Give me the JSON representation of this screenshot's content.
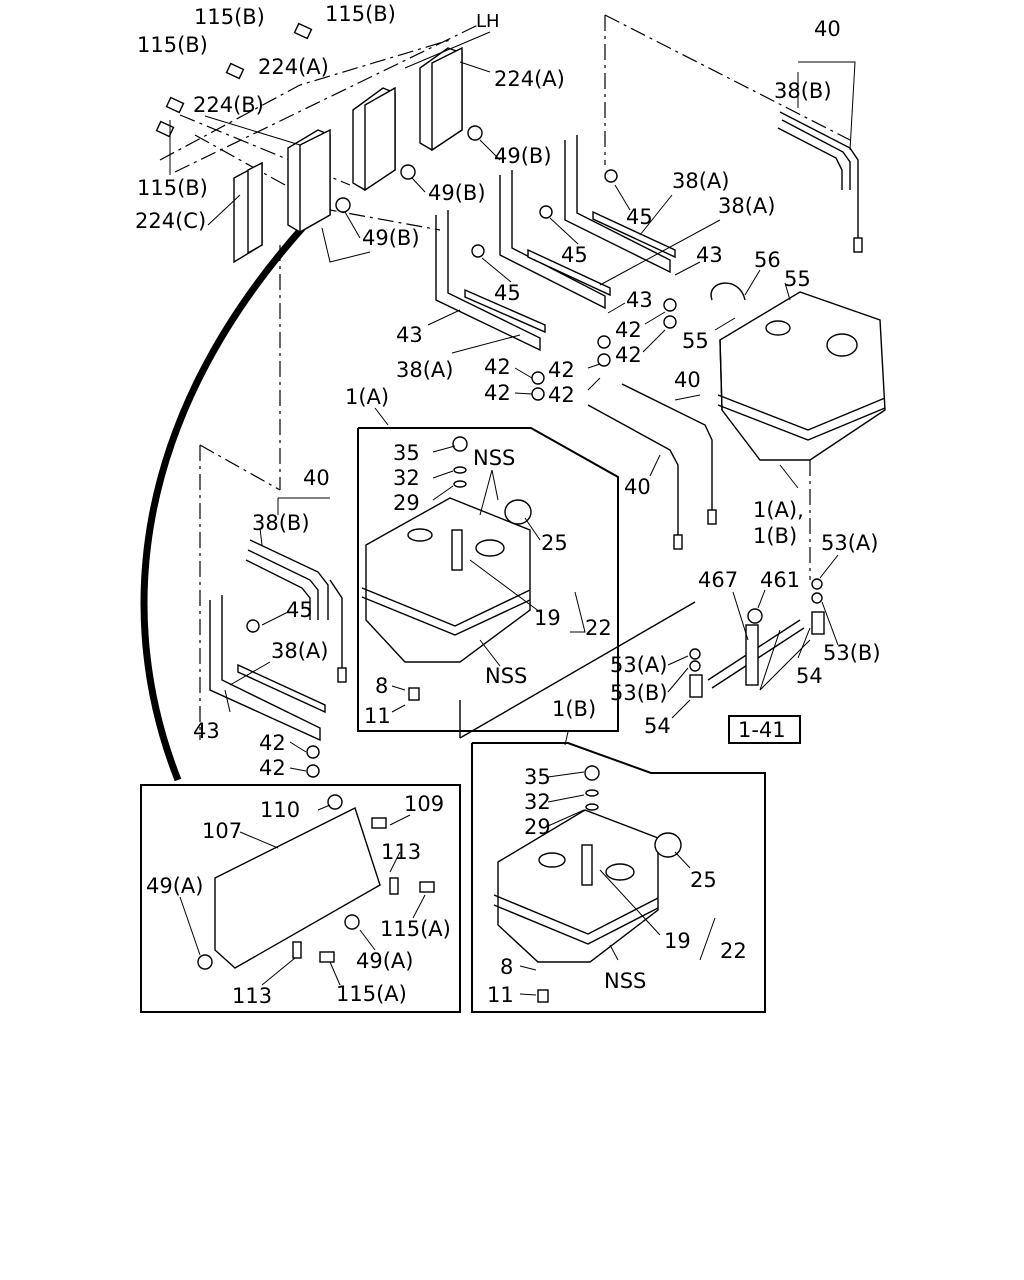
{
  "diagram": {
    "labels": {
      "l115b_1": "115(B)",
      "l115b_2": "115(B)",
      "l115b_3": "115(B)",
      "l115b_4": "115(B)",
      "lh": "LH",
      "l224a_1": "224(A)",
      "l224a_2": "224(A)",
      "l224b": "224(B)",
      "l224c": "224(C)",
      "l49b_1": "49(B)",
      "l49b_2": "49(B)",
      "l49b_3": "49(B)",
      "l40_1": "40",
      "l40_2": "40",
      "l40_3": "40",
      "l40_4": "40",
      "l38b_1": "38(B)",
      "l38b_2": "38(B)",
      "l38a_1": "38(A)",
      "l38a_2": "38(A)",
      "l38a_3": "38(A)",
      "l38a_4": "38(A)",
      "l45_1": "45",
      "l45_2": "45",
      "l45_3": "45",
      "l45_4": "45",
      "l43_1": "43",
      "l43_2": "43",
      "l43_3": "43",
      "l43_4": "43",
      "l42_1": "42",
      "l42_2": "42",
      "l42_3": "42",
      "l42_4": "42",
      "l42_5": "42",
      "l42_6": "42",
      "l42_7": "42",
      "l56": "56",
      "l55_1": "55",
      "l55_2": "55",
      "l1a_1": "1(A)",
      "l1a_1b": "1(A),",
      "l1b_1": "1(B)",
      "l1b_2": "1(B)",
      "l35_1": "35",
      "l32_1": "32",
      "l29_1": "29",
      "lnss_1": "NSS",
      "l25_1": "25",
      "l19_1": "19",
      "l22_1": "22",
      "lnss_2": "NSS",
      "l8_1": "8",
      "l11_1": "11",
      "l53a_1": "53(A)",
      "l53a_2": "53(A)",
      "l53b_1": "53(B)",
      "l53b_2": "53(B)",
      "l467": "467",
      "l461": "461",
      "l54_1": "54",
      "l54_2": "54",
      "lref": "1-41",
      "l35_2": "35",
      "l32_2": "32",
      "l29_2": "29",
      "l25_2": "25",
      "l19_2": "19",
      "l22_2": "22",
      "lnss_3": "NSS",
      "l8_2": "8",
      "l11_2": "11",
      "l110": "110",
      "l109": "109",
      "l107": "107",
      "l113_1": "113",
      "l113_2": "113",
      "l49a_1": "49(A)",
      "l49a_2": "49(A)",
      "l115a_1": "115(A)",
      "l115a_2": "115(A)"
    }
  }
}
